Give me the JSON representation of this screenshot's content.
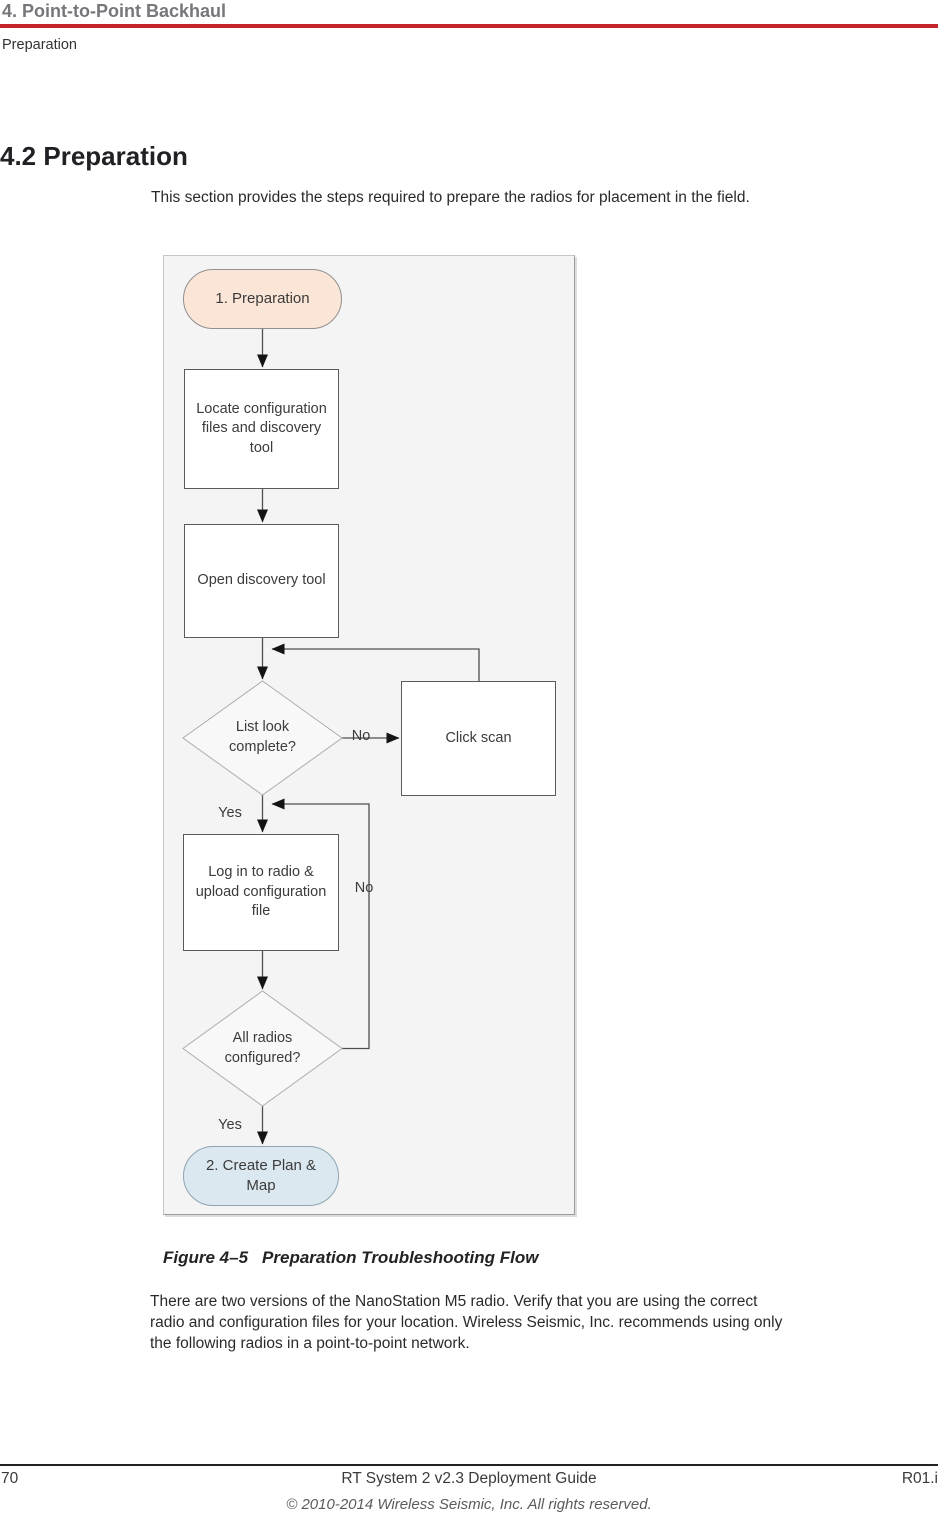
{
  "header": {
    "chapter": "4. Point-to-Point Backhaul",
    "breadcrumb": "Preparation"
  },
  "section": {
    "heading": "4.2 Preparation",
    "intro": "This section provides the steps required to prepare the radios for placement in the field."
  },
  "figure": {
    "caption_label": "Figure 4–5",
    "caption_title": "Preparation Troubleshooting Flow",
    "flow": {
      "nodes": {
        "start": {
          "label": "1. Preparation",
          "type": "terminator"
        },
        "locate": {
          "label": "Locate configuration files and discovery tool",
          "type": "process"
        },
        "open_tool": {
          "label": "Open discovery tool",
          "type": "process"
        },
        "list_complete": {
          "label": "List look complete?",
          "type": "decision"
        },
        "click_scan": {
          "label": "Click scan",
          "type": "process"
        },
        "login": {
          "label": "Log in to radio & upload configuration file",
          "type": "process"
        },
        "all_configured": {
          "label": "All radios configured?",
          "type": "decision"
        },
        "end": {
          "label": "2. Create Plan & Map",
          "type": "terminator"
        }
      },
      "edge_labels": {
        "no_scan": "No",
        "yes_list": "Yes",
        "no_configured": "No",
        "yes_configured": "Yes"
      }
    }
  },
  "paragraph": {
    "lines": [
      "There are two versions of the NanoStation M5 radio. Verify that you are using the correct",
      "radio and configuration files for your location. Wireless Seismic, Inc. recommends using only",
      "the following radios in a point-to-point network."
    ]
  },
  "footer": {
    "page_number": "70",
    "doc_title": "RT System 2 v2.3 Deployment Guide",
    "revision": "R01.i",
    "copyright": "© 2010-2014 Wireless Seismic, Inc. All rights reserved."
  },
  "colors": {
    "accent_red": "#c6222a",
    "start_node_fill": "#fbe5d6",
    "end_node_fill": "#dbe8f0",
    "figure_background": "#f4f4f5"
  }
}
